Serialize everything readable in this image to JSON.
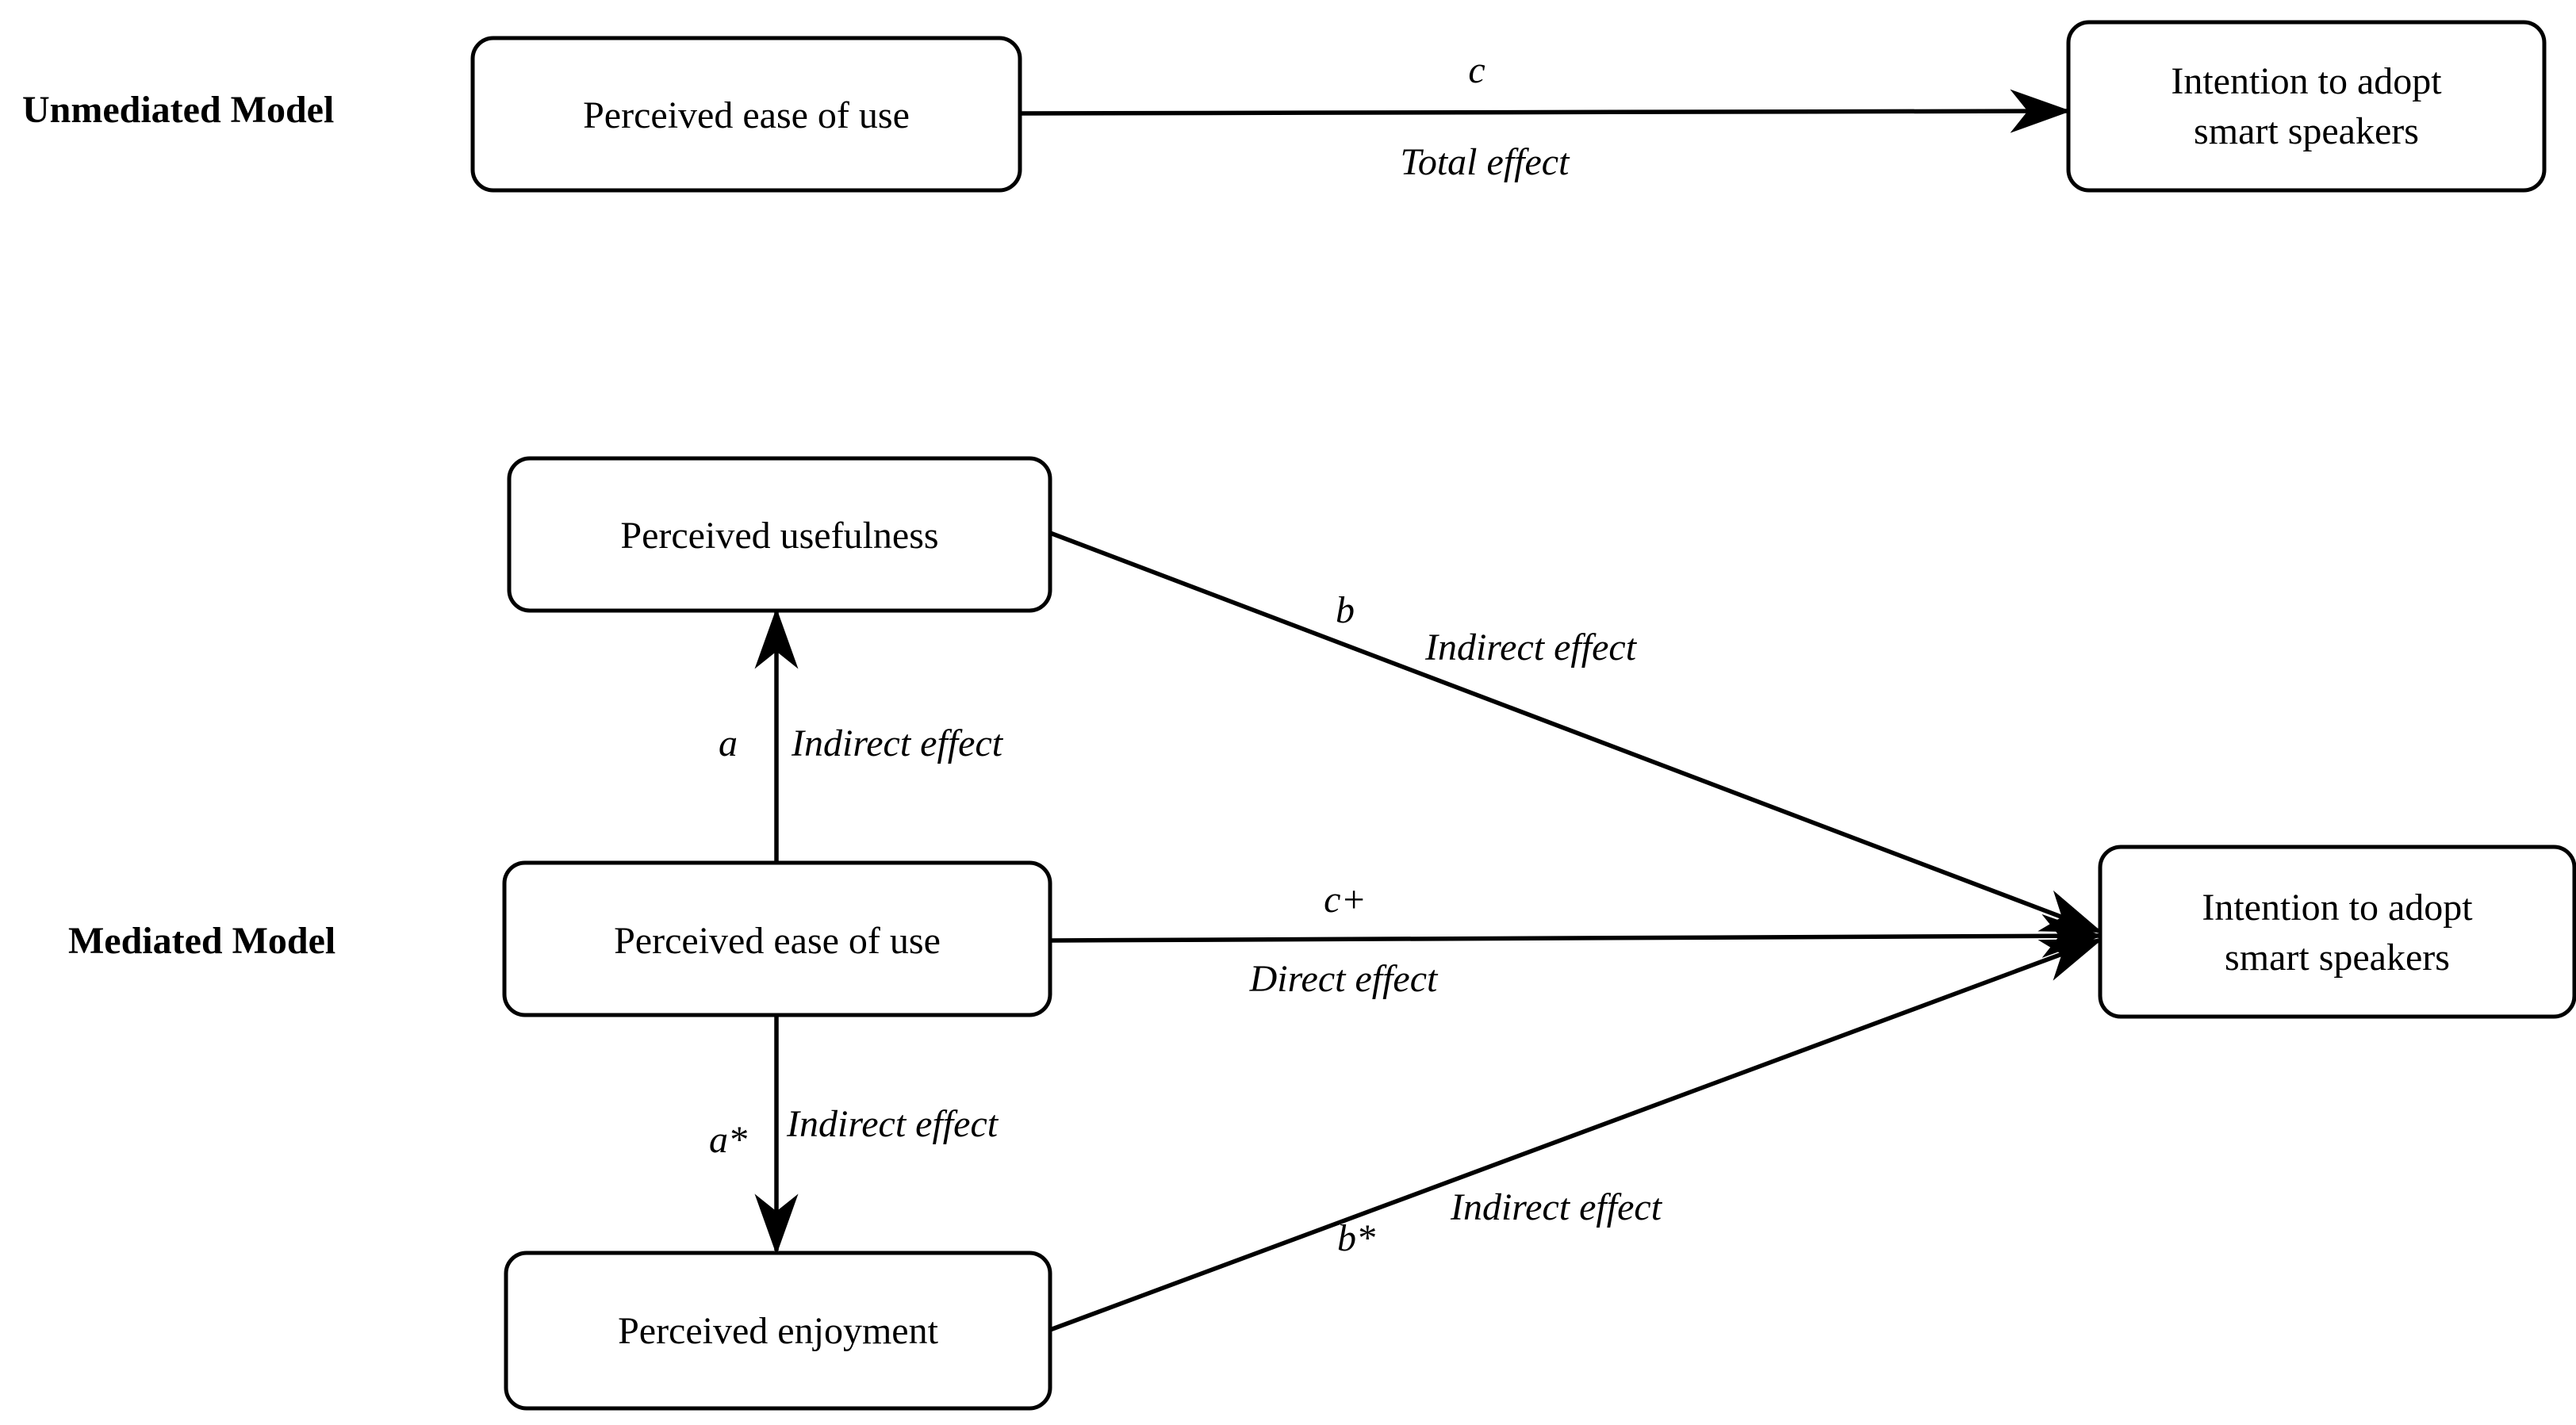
{
  "models": {
    "unmediated": {
      "label": "Unmediated Model"
    },
    "mediated": {
      "label": "Mediated Model"
    }
  },
  "nodes": {
    "u_ease": {
      "lines": [
        "Perceived ease of use"
      ]
    },
    "u_intention": {
      "lines": [
        "Intention to adopt",
        "smart speakers"
      ]
    },
    "m_usefulness": {
      "lines": [
        "Perceived usefulness"
      ]
    },
    "m_ease": {
      "lines": [
        "Perceived ease of use"
      ]
    },
    "m_enjoyment": {
      "lines": [
        "Perceived enjoyment"
      ]
    },
    "m_intention": {
      "lines": [
        "Intention to adopt",
        "smart speakers"
      ]
    }
  },
  "edges": {
    "u_c": {
      "from": "u_ease",
      "to": "u_intention",
      "coef": "c",
      "effect": "Total effect"
    },
    "m_a": {
      "from": "m_ease",
      "to": "m_usefulness",
      "coef": "a",
      "effect": "Indirect effect"
    },
    "m_a_star": {
      "from": "m_ease",
      "to": "m_enjoyment",
      "coef": "a*",
      "effect": "Indirect effect"
    },
    "m_b": {
      "from": "m_usefulness",
      "to": "m_intention",
      "coef": "b",
      "effect": "Indirect effect"
    },
    "m_c_plus": {
      "from": "m_ease",
      "to": "m_intention",
      "coef": "c+",
      "effect": "Direct effect"
    },
    "m_b_star": {
      "from": "m_enjoyment",
      "to": "m_intention",
      "coef": "b*",
      "effect": "Indirect effect"
    }
  }
}
